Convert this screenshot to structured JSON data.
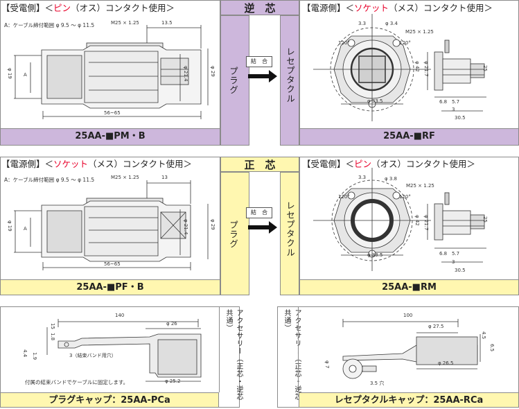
{
  "colors": {
    "purple": "#cdb7dc",
    "yellow": "#fff7b0",
    "accent_red": "#e8002a"
  },
  "top": {
    "left_header": {
      "open": "【受電側】",
      "pre": "＜",
      "red": "ピン",
      "post": "（オス）コンタクト使用＞"
    },
    "band_label": "逆　芯",
    "right_header": {
      "open": "【電源側】",
      "pre": "＜",
      "red": "ソケット",
      "post": "（メス）コンタクト使用＞"
    },
    "plug_label": "プラグ",
    "receptacle_label": "レセプタクル",
    "combine_label": "結　合",
    "note_a": "A：ケーブル締付範囲 φ 9.5 ～ φ 11.5",
    "dim_m25": "M25 × 1.25",
    "dim_135": "13.5",
    "dim_phi19": "φ 19",
    "dim_a": "A",
    "dim_phi214": "φ 21.4",
    "dim_phi29": "φ 29",
    "dim_5665": "56~65",
    "left_model": "25AA-■PM・B",
    "right_model": "25AA-■RF",
    "r_dim_33": "3.3",
    "r_dim_34": "φ 3.4",
    "r_dim_120a": "120°",
    "r_dim_120b": "120°",
    "r_dim_m25": "M25 × 1.25",
    "r_dim_phi42": "φ 42",
    "r_dim_phi217": "φ 21.7",
    "r_dim_25": "25",
    "r_dim_phi335": "φ 33.5",
    "r_dim_68": "6.8",
    "r_dim_57": "5.7",
    "r_dim_3": "3",
    "r_dim_305": "30.5"
  },
  "mid": {
    "left_header": {
      "open": "【電源側】",
      "pre": "＜",
      "red": "ソケット",
      "post": "（メス）コンタクト使用＞"
    },
    "band_label": "正　芯",
    "right_header": {
      "open": "【受電側】",
      "pre": "＜",
      "red": "ピン",
      "post": "（オス）コンタクト使用＞"
    },
    "plug_label": "プラグ",
    "receptacle_label": "レセプタクル",
    "combine_label": "結　合",
    "note_a": "A：ケーブル締付範囲 φ 9.5 ～ φ 11.5",
    "dim_m25": "M25 × 1.25",
    "dim_13": "13",
    "dim_phi19": "φ 19",
    "dim_a": "A",
    "dim_phi214": "φ 21.4",
    "dim_phi29": "φ 29",
    "dim_5665": "56~65",
    "left_model": "25AA-■PF・B",
    "right_model": "25AA-■RM",
    "r_dim_33": "3.3",
    "r_dim_38": "φ 3.8",
    "r_dim_120a": "120°",
    "r_dim_120b": "120°",
    "r_dim_m25": "M25 × 1.25",
    "r_dim_phi42": "φ 42",
    "r_dim_phi217": "φ 21.7",
    "r_dim_25": "25",
    "r_dim_phi335": "φ 33.5",
    "r_dim_68": "6.8",
    "r_dim_57": "5.7",
    "r_dim_3": "3",
    "r_dim_305": "30.5"
  },
  "bottom": {
    "acc_left_label": "アクセサリー（正芯・逆芯 共通）",
    "acc_right_label": "アクセサリー（正芯・逆芯 共通）",
    "pc_dim_140": "140",
    "pc_dim_phi26": "φ 26",
    "pc_dim_15": "15",
    "pc_dim_18": "1.8",
    "pc_dim_44": "4.4",
    "pc_dim_19": "1.9",
    "pc_dim_3": "3（結束バンド用穴）",
    "pc_dim_phi252": "φ 25.2",
    "pc_note": "付属の結束バンドでケーブルに固定します。",
    "pc_model": "プラグキャップ：25AA-PCa",
    "rc_dim_100": "100",
    "rc_dim_phi275": "φ 27.5",
    "rc_dim_45": "4.5",
    "rc_dim_65": "6.5",
    "rc_dim_phi7": "φ 7",
    "rc_dim_phi265": "φ 26.5",
    "rc_dim_35": "3.5 穴",
    "rc_model": "レセプタクルキャップ：25AA-RCa"
  }
}
